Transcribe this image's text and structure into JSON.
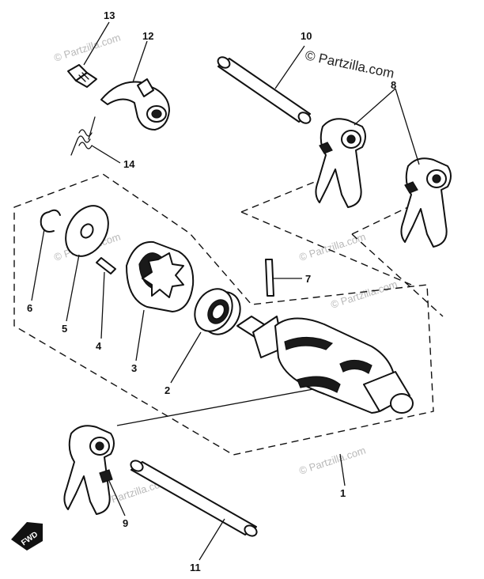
{
  "watermark": {
    "main": "© Partzilla.com",
    "faint": "© Partzilla.com"
  },
  "callouts": {
    "p1": "1",
    "p2": "2",
    "p3": "3",
    "p4": "4",
    "p5": "5",
    "p6": "6",
    "p7": "7",
    "p8": "8",
    "p9": "9",
    "p10": "10",
    "p11": "11",
    "p12": "12",
    "p13": "13",
    "p14": "14"
  },
  "fwd_marker": "FWD"
}
